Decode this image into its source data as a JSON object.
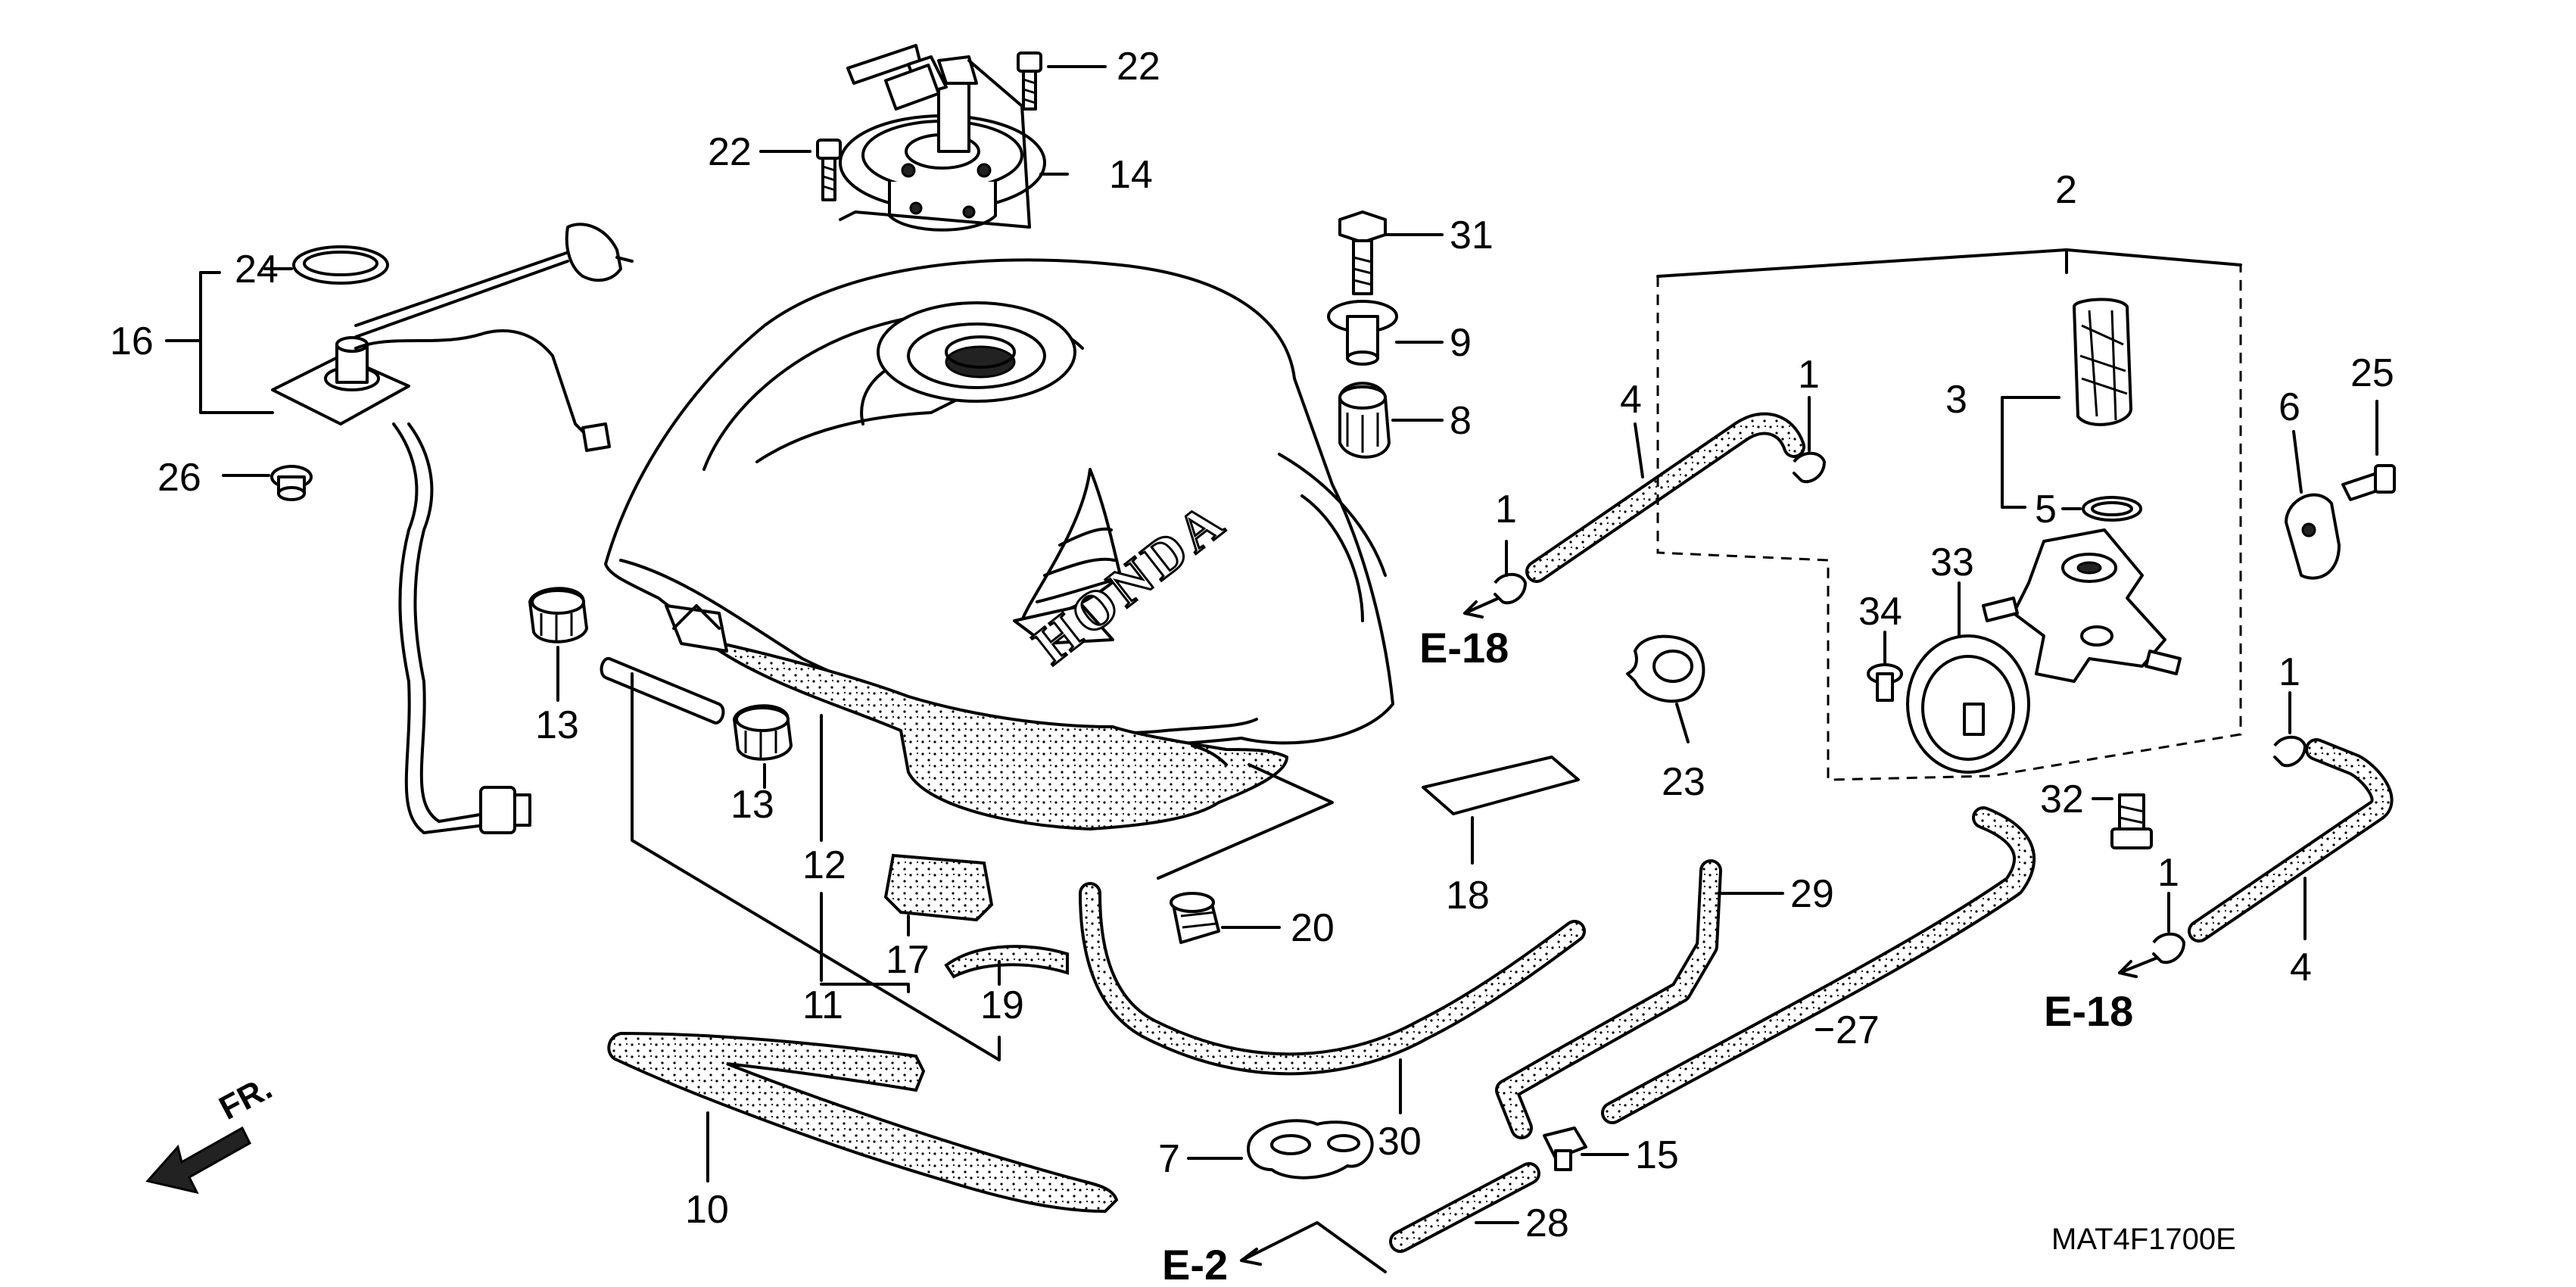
{
  "callouts": {
    "c1a": "1",
    "c1b": "1",
    "c1c": "1",
    "c1d": "1",
    "c2": "2",
    "c3": "3",
    "c4a": "4",
    "c4b": "4",
    "c5": "5",
    "c6": "6",
    "c7": "7",
    "c8": "8",
    "c9": "9",
    "c10": "10",
    "c11": "11",
    "c12": "12",
    "c13a": "13",
    "c13b": "13",
    "c14": "14",
    "c15": "15",
    "c16": "16",
    "c17": "17",
    "c18": "18",
    "c19": "19",
    "c20": "20",
    "c22a": "22",
    "c22b": "22",
    "c23": "23",
    "c24": "24",
    "c25": "25",
    "c26": "26",
    "c27": "27",
    "c28": "28",
    "c29": "29",
    "c30": "30",
    "c31": "31",
    "c32": "32",
    "c33": "33",
    "c34": "34"
  },
  "refs": {
    "e18a": "E-18",
    "e18b": "E-18",
    "e2": "E-2"
  },
  "direction": {
    "front": "FR."
  },
  "tank_brand": "HONDA",
  "diagram_code": "MAT4F1700E"
}
